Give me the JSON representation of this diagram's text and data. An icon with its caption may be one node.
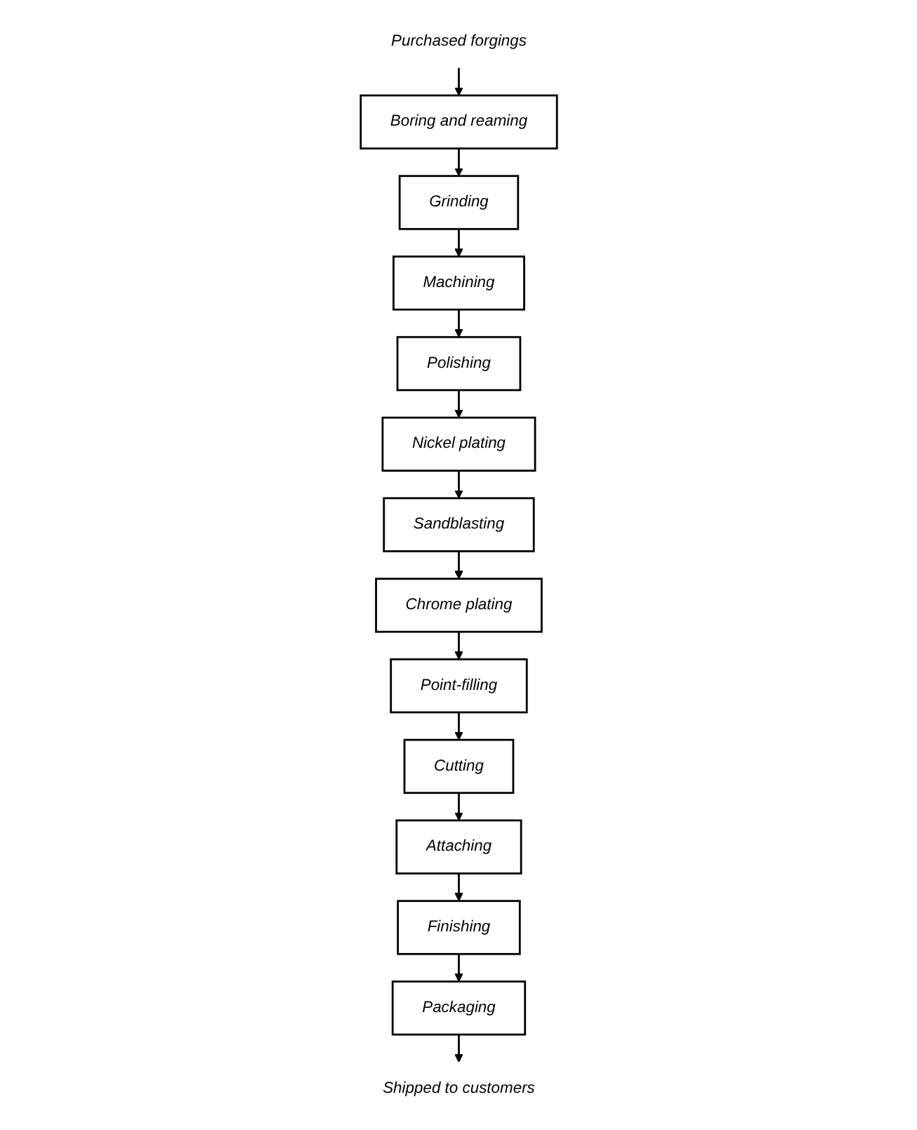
{
  "diagram": {
    "nodes": [
      {
        "text": [
          "Purchased forgings"
        ]
      },
      {
        "text": [
          "Boring and reaming"
        ]
      },
      {
        "text": [
          "Grinding"
        ]
      },
      {
        "text": [
          "Machining"
        ]
      },
      {
        "text": [
          "Polishing"
        ]
      },
      {
        "text": [
          "Nickel plating"
        ]
      },
      {
        "text": [
          "Sandblasting"
        ]
      },
      {
        "text": [
          "Chrome plating"
        ]
      },
      {
        "text": [
          "Point-filling"
        ]
      },
      {
        "text": [
          "Cutting"
        ]
      },
      {
        "text": [
          "Attaching"
        ]
      },
      {
        "text": [
          "Finishing"
        ]
      },
      {
        "text": [
          "Packaging"
        ]
      },
      {
        "text": [
          "Shipped to customers"
        ]
      }
    ],
    "edges": [
      {
        "from": 0,
        "to": 1,
        "arrow": "to"
      },
      {
        "from": 1,
        "to": 2,
        "arrow": "to"
      },
      {
        "from": 2,
        "to": 3,
        "arrow": "to"
      },
      {
        "from": 3,
        "to": 4,
        "arrow": "to"
      },
      {
        "from": 4,
        "to": 5,
        "arrow": "to"
      },
      {
        "from": 5,
        "to": 6,
        "arrow": "to"
      },
      {
        "from": 6,
        "to": 7,
        "arrow": "to"
      },
      {
        "from": 7,
        "to": 8,
        "arrow": "to"
      },
      {
        "from": 8,
        "to": 9,
        "arrow": "to"
      },
      {
        "from": 9,
        "to": 10,
        "arrow": "to"
      },
      {
        "from": 10,
        "to": 11,
        "arrow": "to"
      },
      {
        "from": 11,
        "to": 12,
        "arrow": "to"
      },
      {
        "from": 12,
        "to": 13,
        "arrow": "to"
      }
    ]
  }
}
